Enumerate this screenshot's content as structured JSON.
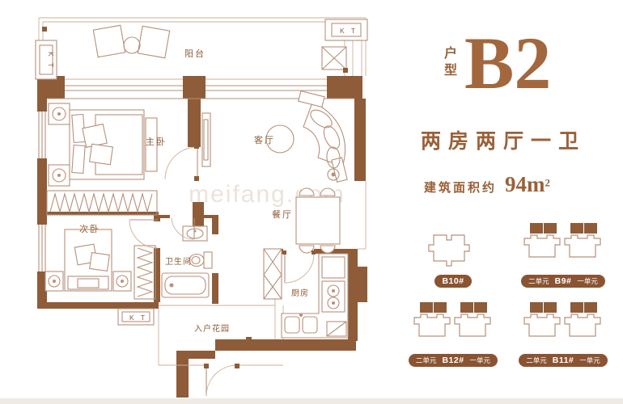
{
  "title": {
    "unit_label": "户型",
    "unit_name": "B2"
  },
  "summary": {
    "layout": "两房两厅一卫",
    "area_prefix": "建筑面积约",
    "area_number": "94m",
    "area_exponent": "2"
  },
  "plan": {
    "labels": {
      "balcony": "阳台",
      "master_bedroom": "主卧",
      "living_room": "客厅",
      "second_bedroom": "次卧",
      "dining_room": "餐厅",
      "bathroom": "卫生间",
      "kitchen": "厨房",
      "entry_garden": "入户花园",
      "kt_left": "K T",
      "kt_top": "K T",
      "kt_bottom": "K T"
    },
    "watermark": "meifang.com"
  },
  "buildings": [
    {
      "name": "B10#",
      "left_unit": "",
      "right_unit": "",
      "highlighted": false
    },
    {
      "name": "B9#",
      "left_unit": "二单元",
      "right_unit": "一单元",
      "highlighted": true
    },
    {
      "name": "B12#",
      "left_unit": "二单元",
      "right_unit": "一单元",
      "highlighted": true
    },
    {
      "name": "B11#",
      "left_unit": "二单元",
      "right_unit": "一单元",
      "highlighted": true
    }
  ],
  "colors": {
    "wall": "#8e5c38",
    "furniture_line": "#b6917a",
    "text_brown": "#9a6138",
    "accent": "#a3673e",
    "pill": "#8a5432"
  }
}
